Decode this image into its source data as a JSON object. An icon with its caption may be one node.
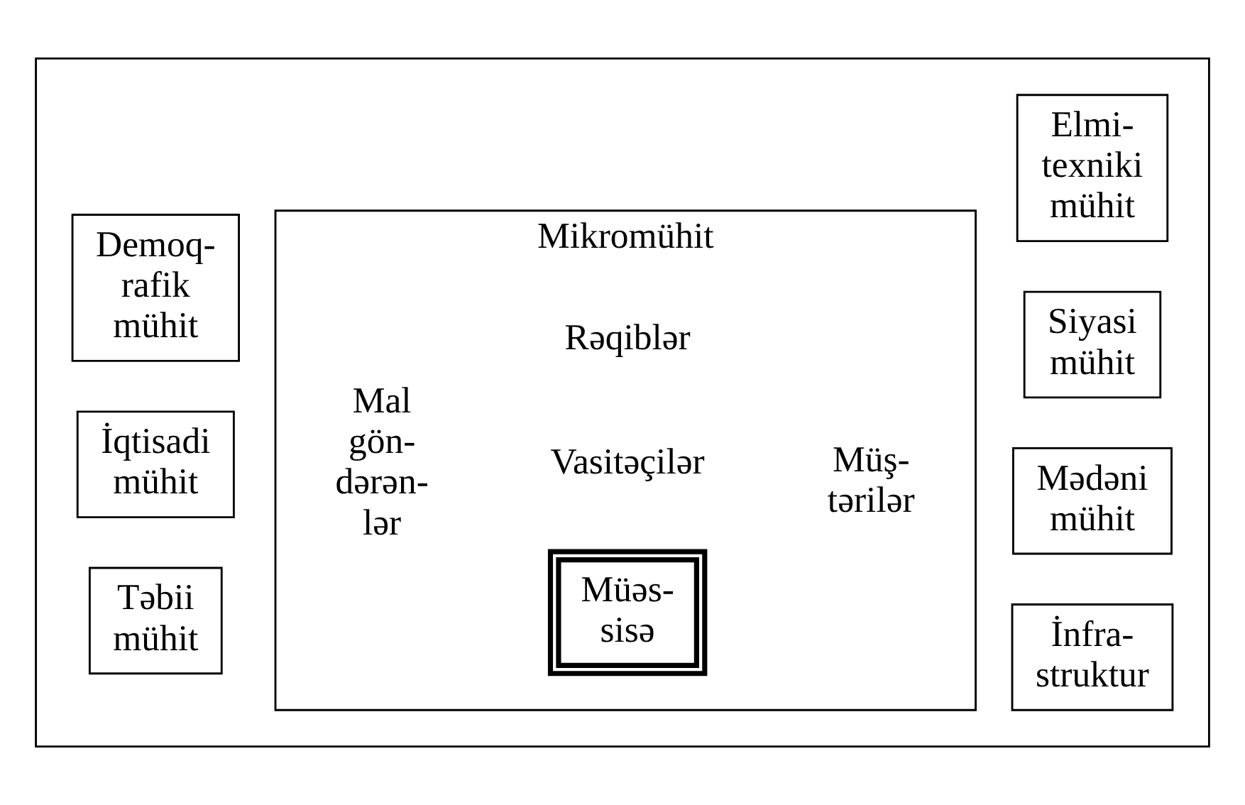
{
  "diagram": {
    "nodes": [
      {
        "text": [],
        "shape": "box"
      },
      {
        "text": [
          "Demoq- rafik mühit"
        ],
        "in": 0
      },
      {
        "text": [
          "İqtisadi mühit"
        ],
        "in": 0
      },
      {
        "text": [
          "Təbii mühit"
        ],
        "in": 0
      },
      {
        "text": [
          "Mikromühit"
        ],
        "in": 0
      },
      {
        "text": [
          "Müəs- sisə"
        ],
        "in": 4
      },
      {
        "text": [
          "Elmi- texniki mühit"
        ],
        "in": 0
      },
      {
        "text": [
          "Siyasi mühit"
        ],
        "in": 0
      },
      {
        "text": [
          "Mədəni mühit"
        ],
        "in": 0
      },
      {
        "text": [
          "İnfra- struktur"
        ],
        "in": 0
      }
    ],
    "edges": [],
    "labels": [
      "Rəqiblər",
      "Mal gön- dərən- lər",
      "Müş- tərilər",
      "Vasitəçilər"
    ]
  }
}
